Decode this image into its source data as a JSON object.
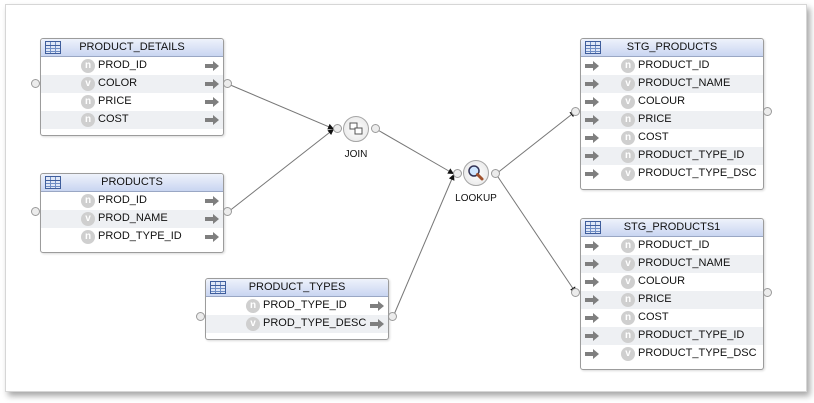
{
  "tables": {
    "product_details": {
      "title": "PRODUCT_DETAILS",
      "fields": [
        {
          "name": "PROD_ID",
          "type": "n"
        },
        {
          "name": "COLOR",
          "type": "v"
        },
        {
          "name": "PRICE",
          "type": "n"
        },
        {
          "name": "COST",
          "type": "n"
        }
      ]
    },
    "products": {
      "title": "PRODUCTS",
      "fields": [
        {
          "name": "PROD_ID",
          "type": "n"
        },
        {
          "name": "PROD_NAME",
          "type": "v"
        },
        {
          "name": "PROD_TYPE_ID",
          "type": "n"
        }
      ]
    },
    "product_types": {
      "title": "PRODUCT_TYPES",
      "fields": [
        {
          "name": "PROD_TYPE_ID",
          "type": "n"
        },
        {
          "name": "PROD_TYPE_DESC",
          "type": "v"
        }
      ]
    },
    "stg_products": {
      "title": "STG_PRODUCTS",
      "fields": [
        {
          "name": "PRODUCT_ID",
          "type": "n"
        },
        {
          "name": "PRODUCT_NAME",
          "type": "v"
        },
        {
          "name": "COLOUR",
          "type": "v"
        },
        {
          "name": "PRICE",
          "type": "n"
        },
        {
          "name": "COST",
          "type": "n"
        },
        {
          "name": "PRODUCT_TYPE_ID",
          "type": "n"
        },
        {
          "name": "PRODUCT_TYPE_DSC",
          "type": "v"
        }
      ]
    },
    "stg_products1": {
      "title": "STG_PRODUCTS1",
      "fields": [
        {
          "name": "PRODUCT_ID",
          "type": "n"
        },
        {
          "name": "PRODUCT_NAME",
          "type": "v"
        },
        {
          "name": "COLOUR",
          "type": "v"
        },
        {
          "name": "PRICE",
          "type": "n"
        },
        {
          "name": "COST",
          "type": "n"
        },
        {
          "name": "PRODUCT_TYPE_ID",
          "type": "n"
        },
        {
          "name": "PRODUCT_TYPE_DSC",
          "type": "v"
        }
      ]
    }
  },
  "operators": {
    "join": {
      "label": "JOIN",
      "icon": "join-icon"
    },
    "lookup": {
      "label": "LOOKUP",
      "icon": "magnifier-icon"
    }
  },
  "colors": {
    "header": "#c9d5f1",
    "badge": "#cfcfcf",
    "arrow": "#7f7f7f",
    "wire": "#777777"
  }
}
